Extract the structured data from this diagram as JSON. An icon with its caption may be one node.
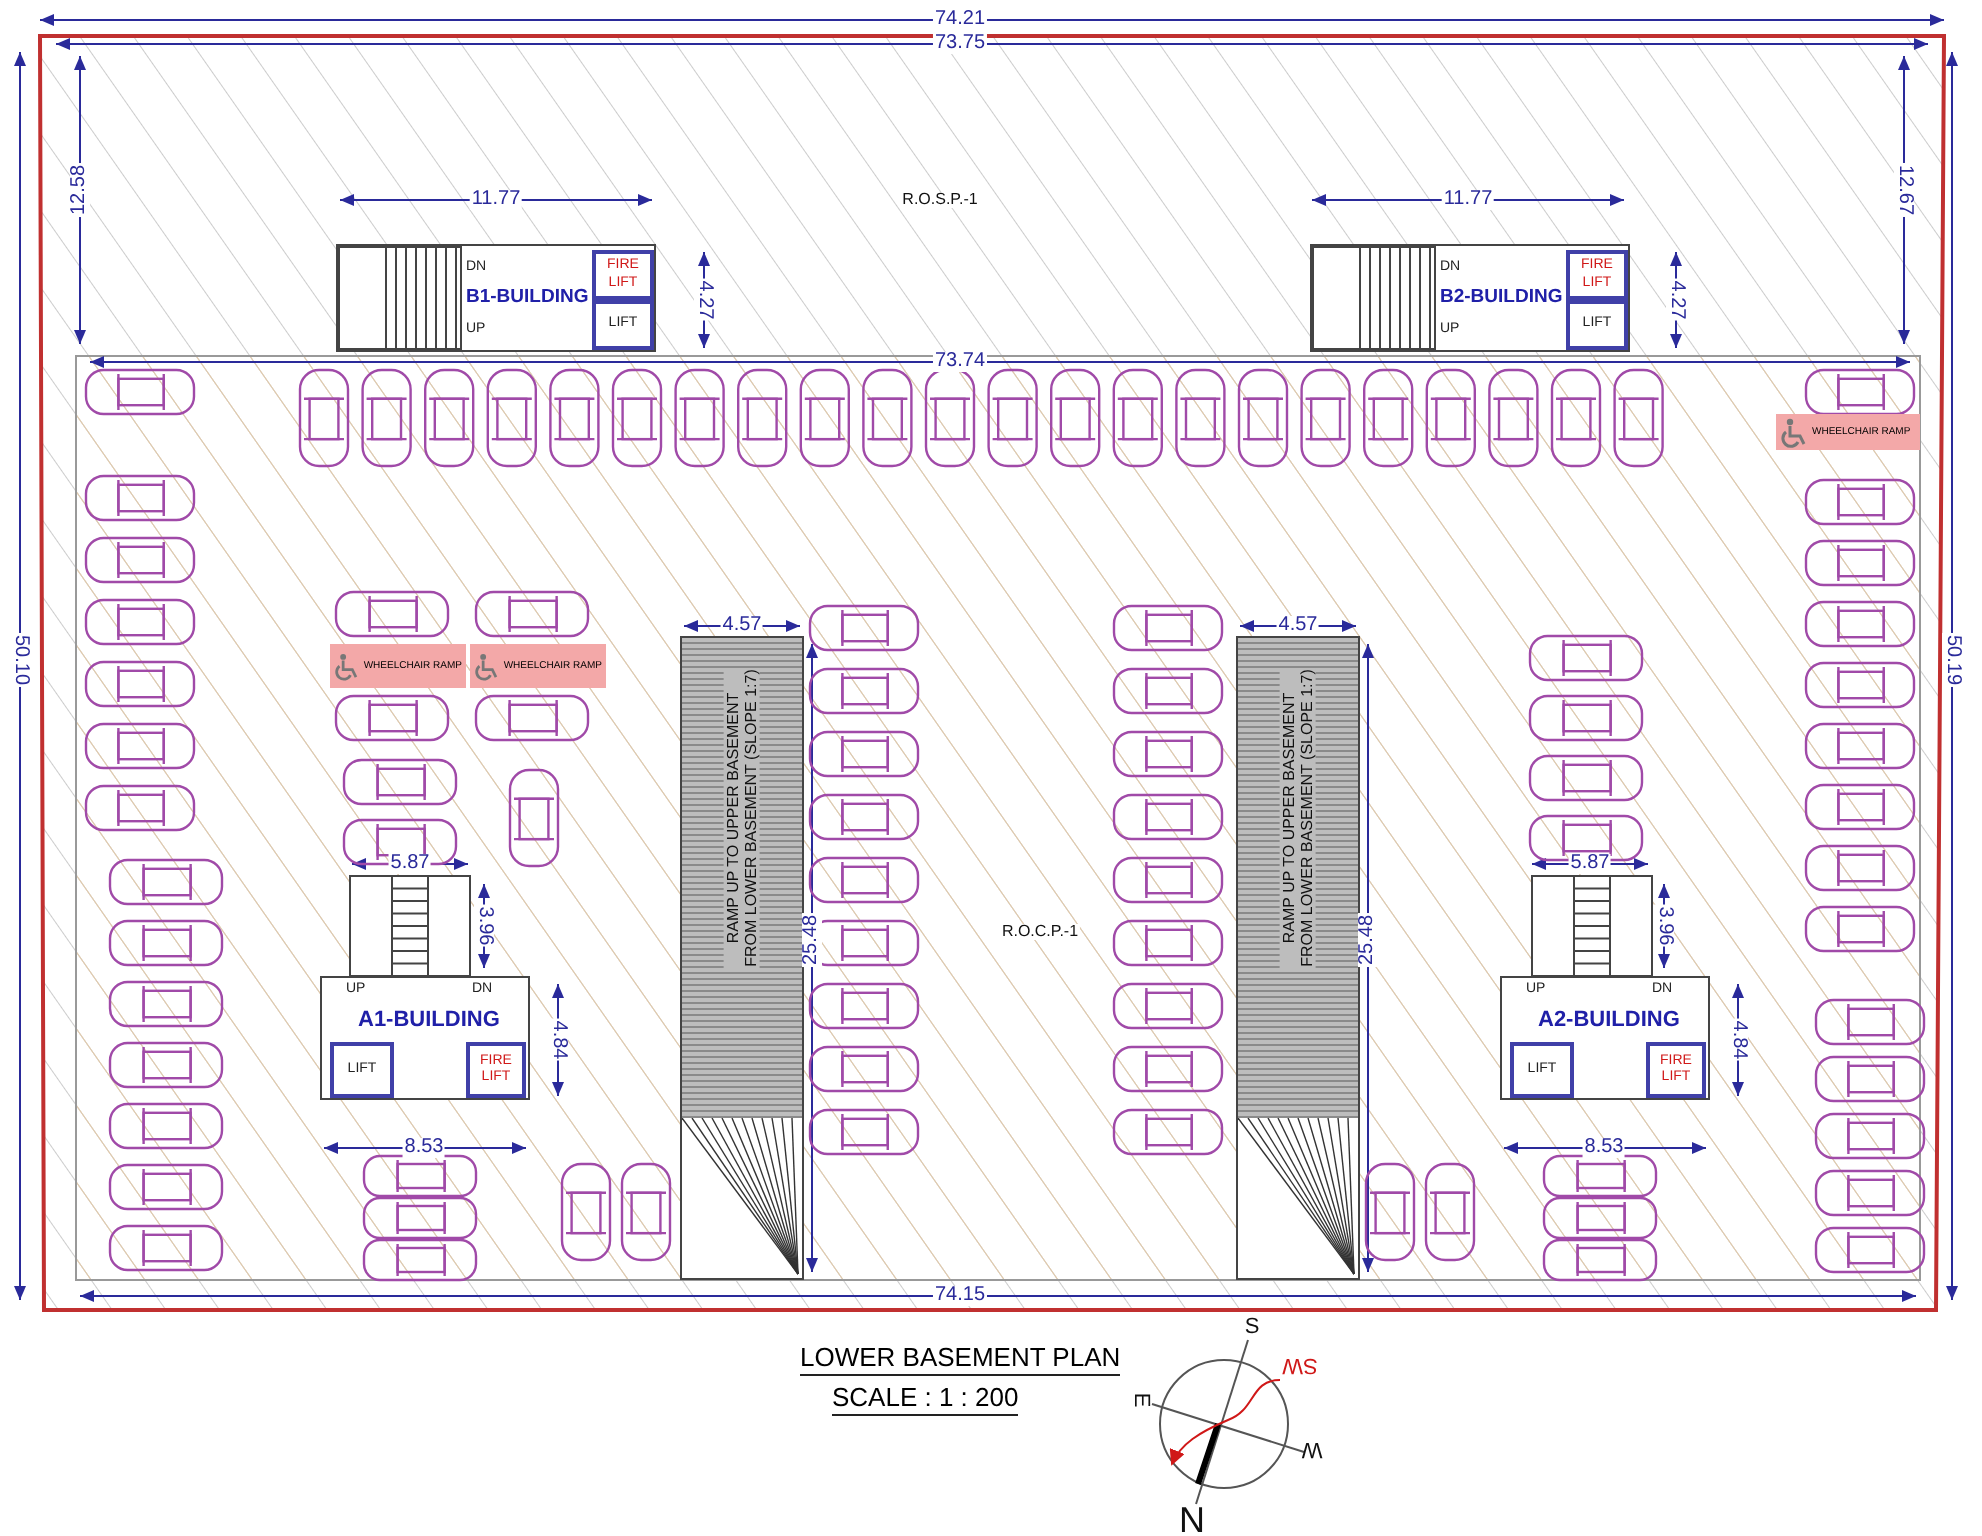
{
  "diagram": {
    "title": "LOWER BASEMENT PLAN",
    "caption": "SCALE : 1 : 200",
    "nodes": [
      {
        "text": [
          "DN",
          "B1-BUILDING",
          "UP"
        ]
      },
      {
        "text": [
          "FIRE LIFT"
        ],
        "in": 0
      },
      {
        "text": [
          "LIFT"
        ],
        "in": 0
      },
      {
        "text": [
          "DN",
          "B2-BUILDING",
          "UP"
        ]
      },
      {
        "text": [
          "FIRE LIFT"
        ],
        "in": 3
      },
      {
        "text": [
          "LIFT"
        ],
        "in": 3
      },
      {
        "text": [
          "WHEELCHAIR RAMP"
        ]
      },
      {
        "text": [
          "WHEELCHAIR RAMP"
        ]
      },
      {
        "text": [
          "WHEELCHAIR RAMP"
        ]
      },
      {
        "text": [
          "RAMP UP TO UPPER BASEMENT FROM LOWER BASEMENT (SLOPE 1:7)"
        ]
      },
      {
        "text": [
          "RAMP UP TO UPPER BASEMENT FROM LOWER BASEMENT (SLOPE 1:7)"
        ]
      },
      {
        "text": [
          "UP",
          "DN",
          "A1-BUILDING"
        ]
      },
      {
        "text": [
          "LIFT"
        ],
        "in": 11
      },
      {
        "text": [
          "FIRE LIFT"
        ],
        "in": 11
      },
      {
        "text": [
          "UP",
          "DN",
          "A2-BUILDING"
        ]
      },
      {
        "text": [
          "LIFT"
        ],
        "in": 14
      },
      {
        "text": [
          "FIRE LIFT"
        ],
        "in": 14
      }
    ],
    "labels": [
      "74.21",
      "73.75",
      "12.58",
      "11.77",
      "11.77",
      "12.67",
      "R.O.S.P.-1",
      "4.27",
      "4.27",
      "73.74",
      "50.10",
      "50.19",
      "4.57",
      "4.57",
      "5.87",
      "5.87",
      "3.96",
      "25.48",
      "R.O.C.P.-1",
      "25.48",
      "3.96",
      "4.84",
      "4.84",
      "8.53",
      "8.53",
      "74.15",
      "S",
      "SW",
      "E",
      "W",
      "N"
    ]
  }
}
